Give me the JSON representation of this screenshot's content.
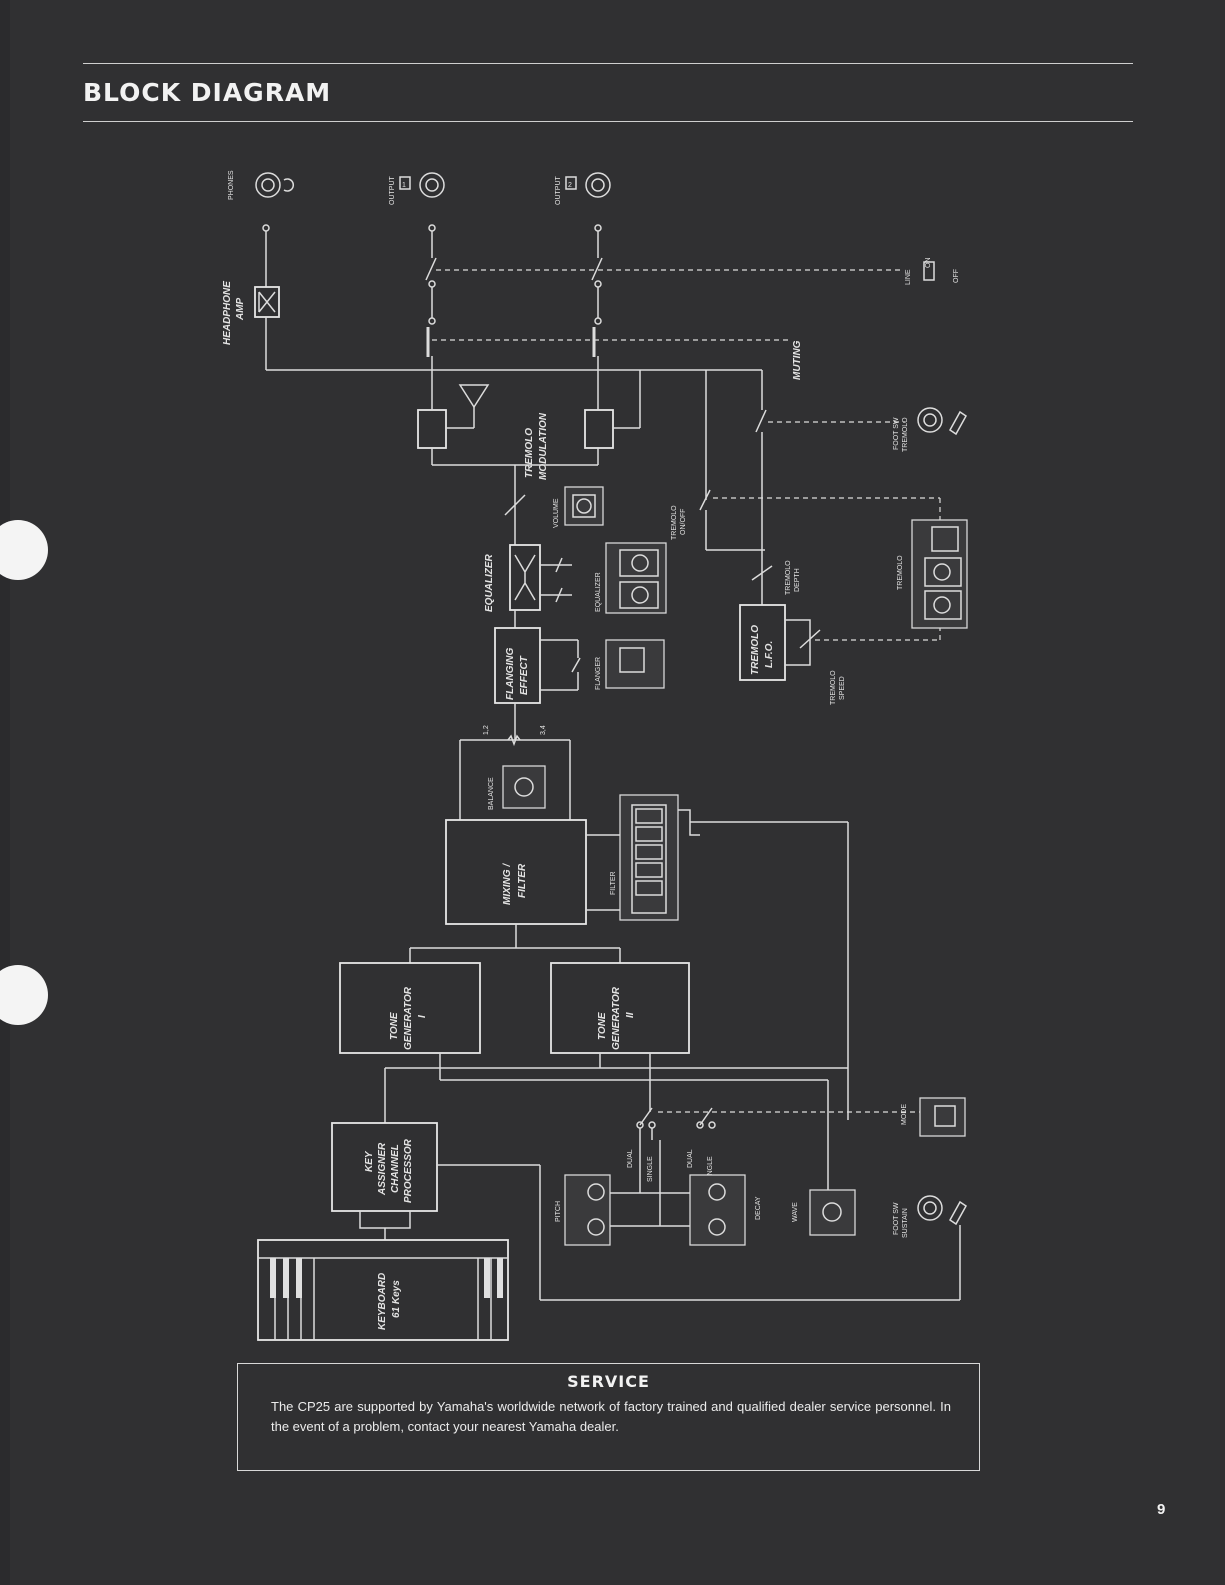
{
  "page": {
    "title": "BLOCK DIAGRAM",
    "page_number": "9"
  },
  "jacks": {
    "phones": "PHONES",
    "output": "OUTPUT",
    "output1_num": "1",
    "output2_num": "2"
  },
  "blocks": {
    "headphone_amp": [
      "HEADPHONE",
      "AMP"
    ],
    "tremolo_modulation": [
      "TREMOLO",
      "MODULATION"
    ],
    "equalizer": "EQUALIZER",
    "flanging_effect": [
      "FLANGING",
      "EFFECT"
    ],
    "tremolo_lfo": [
      "TREMOLO",
      "L.F.O."
    ],
    "mixing_filter": [
      "MIXING /",
      "FILTER"
    ],
    "tone_generator_1": [
      "TONE",
      "GENERATOR",
      "I"
    ],
    "tone_generator_2": [
      "TONE",
      "GENERATOR",
      "II"
    ],
    "key_assigner": [
      "KEY",
      "ASSIGNER",
      "CHANNEL",
      "PROCESSOR"
    ],
    "keyboard": [
      "KEYBOARD",
      "61 Keys"
    ]
  },
  "labels": {
    "line": "LINE",
    "on": "ON",
    "off": "OFF",
    "muting": "MUTING",
    "foot_sw_tremolo": [
      "FOOT SW",
      "TREMOLO"
    ],
    "volume": "VOLUME",
    "equalizer_panel": "EQUALIZER",
    "flanger": "FLANGER",
    "tremolo_on_off": [
      "TREMOLO",
      "ON/OFF"
    ],
    "tremolo_depth": [
      "TREMOLO",
      "DEPTH"
    ],
    "tremolo_speed": [
      "TREMOLO",
      "SPEED"
    ],
    "tremolo_panel": "TREMOLO",
    "balance": "BALANCE",
    "ch12": "1,2",
    "ch34": "3,4",
    "filter": "FILTER",
    "pitch": "PITCH",
    "dual": "DUAL",
    "single": "SINGLE",
    "decay": "DECAY",
    "wave": "WAVE",
    "mode": "MODE",
    "foot_sw_sustain": [
      "FOOT SW",
      "SUSTAIN"
    ]
  },
  "service": {
    "heading": "SERVICE",
    "body": "The CP25 are supported by Yamaha's worldwide network of factory trained and qualified dealer service personnel. In the event of a problem, contact your nearest Yamaha dealer."
  }
}
